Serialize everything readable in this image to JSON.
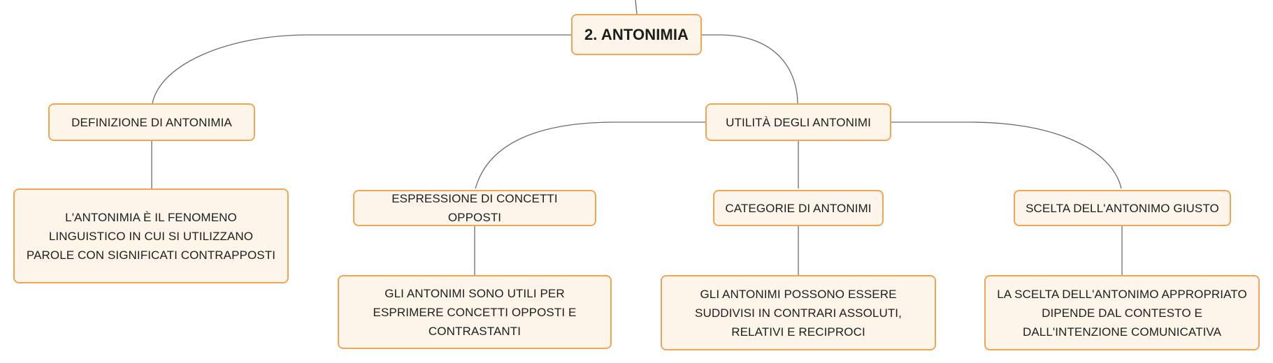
{
  "diagram": {
    "colors": {
      "node_fill": "#fdf4ea",
      "node_border": "#f2a654",
      "connector": "#6b6b6b",
      "text": "#1e1e1e"
    },
    "root": {
      "label": "2. ANTONIMIA"
    },
    "definition": {
      "label": "DEFINIZIONE DI ANTONIMIA",
      "detail": "L'ANTONIMIA È IL FENOMENO LINGUISTICO IN CUI SI UTILIZZANO PAROLE CON SIGNIFICATI CONTRAPPOSTI"
    },
    "utility": {
      "label": "UTILITÀ DEGLI ANTONIMI",
      "children": [
        {
          "label": "ESPRESSIONE DI CONCETTI OPPOSTI",
          "detail": "GLI ANTONIMI SONO UTILI PER ESPRIMERE CONCETTI OPPOSTI E CONTRASTANTI"
        },
        {
          "label": "CATEGORIE DI ANTONIMI",
          "detail": "GLI ANTONIMI POSSONO ESSERE SUDDIVISI IN CONTRARI ASSOLUTI, RELATIVI E RECIPROCI"
        },
        {
          "label": "SCELTA DELL'ANTONIMO GIUSTO",
          "detail": "LA SCELTA DELL'ANTONIMO APPROPRIATO DIPENDE DAL CONTESTO E DALL'INTENZIONE COMUNICATIVA"
        }
      ]
    }
  }
}
